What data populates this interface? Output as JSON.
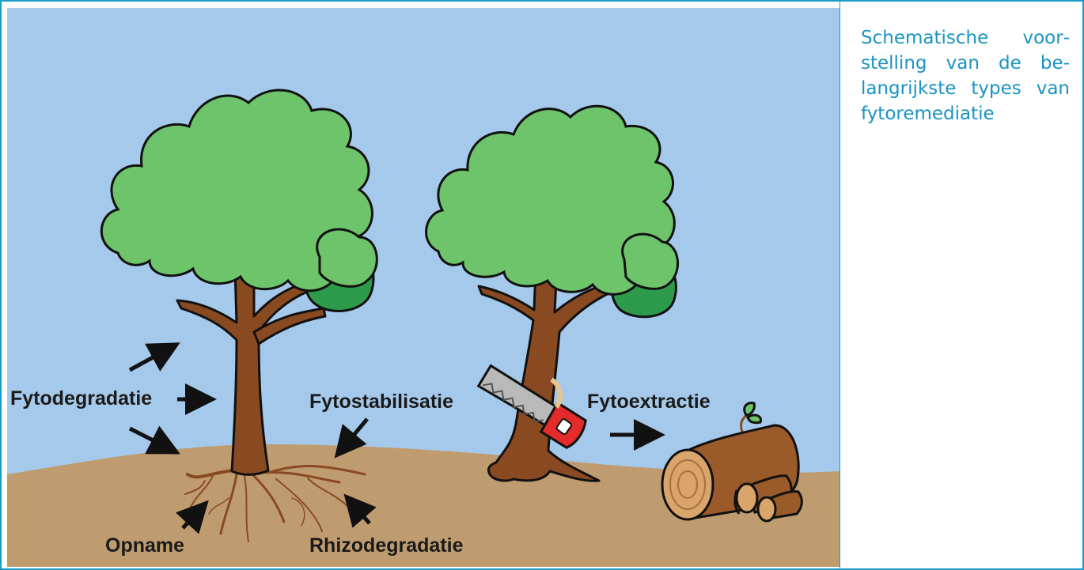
{
  "caption": "Schematische voor­stelling van de be­langrijkste types van fytoremediatie",
  "labels": {
    "fytodegradatie": "Fytodegradatie",
    "fytostabilisatie": "Fytostabilisatie",
    "fytoextractie": "Fytoextractie",
    "opname": "Opname",
    "rhizodegradatie": "Rhizodegradatie"
  },
  "colors": {
    "sky": "#a5c9ea",
    "soil": "#bf9c6f",
    "foliage": "#6ec46a",
    "foliage_dark": "#2d9a4c",
    "trunk": "#8a4a21",
    "accent": "#1a9bc7"
  }
}
